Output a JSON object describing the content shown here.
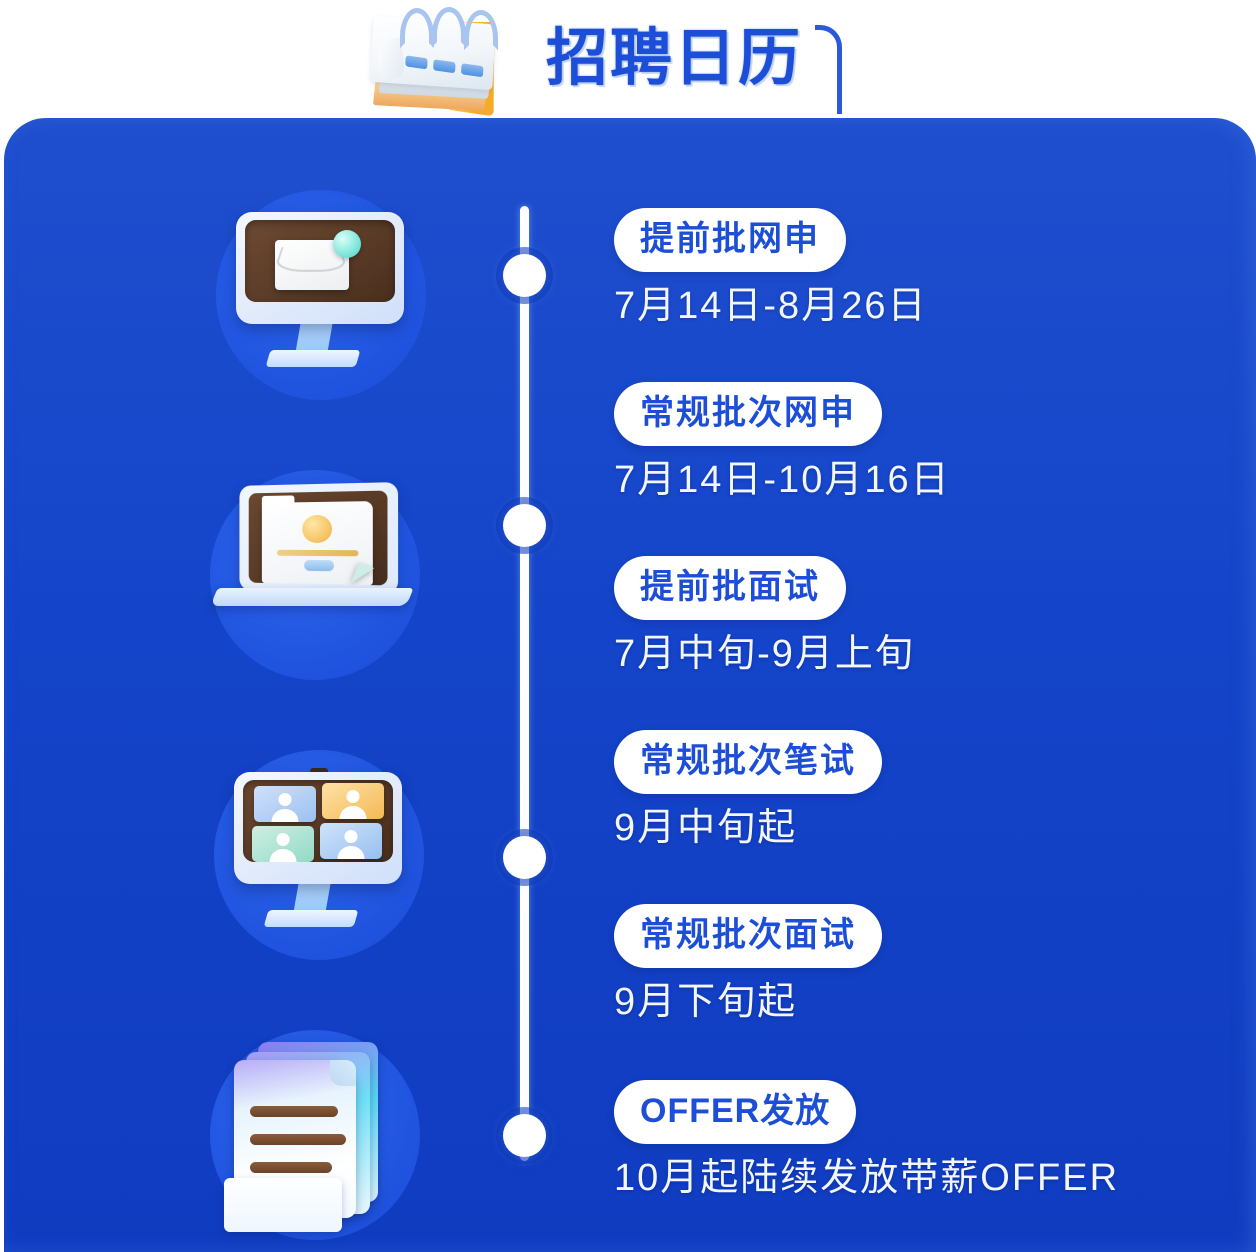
{
  "header": {
    "title": "招聘日历",
    "calendar_icon": "flip-calendar-icon"
  },
  "theme": {
    "card_blue": "#1444c9",
    "title_blue": "#1c4ed8",
    "pill_bg": "#ffffff",
    "sub_text": "#f2f6ff",
    "page_bg": "#ffffff"
  },
  "illustrations": [
    {
      "name": "monitor-envelope-icon",
      "caption": "monitor with envelope"
    },
    {
      "name": "laptop-resume-icon",
      "caption": "laptop with resume and cursor"
    },
    {
      "name": "monitor-video-grid-icon",
      "caption": "monitor with four video call tiles"
    },
    {
      "name": "stacked-documents-icon",
      "caption": "stack of offer documents"
    }
  ],
  "timeline": {
    "dot_count": 4,
    "entries": [
      {
        "label": "提前批网申",
        "date": "7月14日-8月26日"
      },
      {
        "label": "常规批次网申",
        "date": "7月14日-10月16日"
      },
      {
        "label": "提前批面试",
        "date": "7月中旬-9月上旬"
      },
      {
        "label": "常规批次笔试",
        "date": "9月中旬起"
      },
      {
        "label": "常规批次面试",
        "date": "9月下旬起"
      },
      {
        "label": "OFFER发放",
        "date": "10月起陆续发放带薪OFFER"
      }
    ]
  }
}
